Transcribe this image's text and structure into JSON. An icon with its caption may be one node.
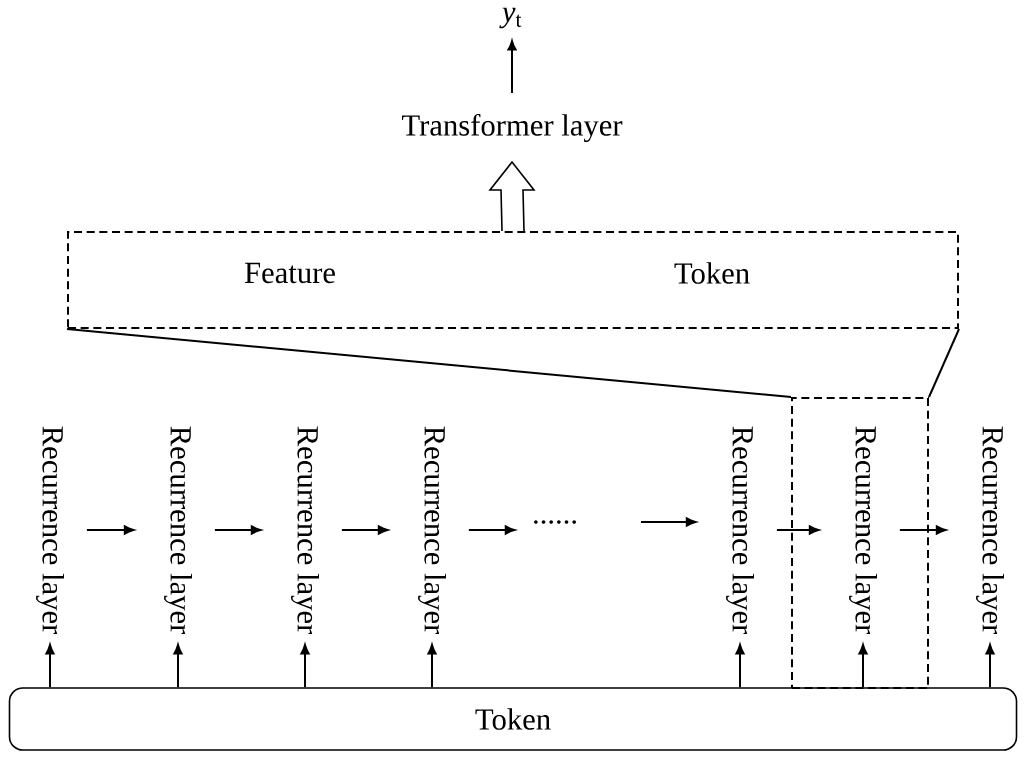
{
  "diagram": {
    "nodes": [
      {
        "text": [
          "*y*$_{t}$"
        ]
      },
      {
        "text": [
          "Transformer layer"
        ]
      },
      {
        "text": [
          "Feature",
          "Token"
        ]
      },
      {
        "text": [
          "Recurrence layer"
        ]
      },
      {
        "text": [
          "Recurrence layer"
        ]
      },
      {
        "text": [
          "Recurrence layer"
        ]
      },
      {
        "text": [
          "Recurrence layer"
        ]
      },
      {
        "text": [
          "......"
        ]
      },
      {
        "text": [
          "Recurrence layer"
        ]
      },
      {
        "text": [],
        "shape": "box"
      },
      {
        "text": [
          "Recurrence layer"
        ],
        "in": 9
      },
      {
        "text": [
          "Recurrence layer"
        ]
      },
      {
        "text": [
          "Token"
        ]
      }
    ],
    "edges": [
      {
        "from": 1,
        "to": 0,
        "arrow": "to"
      },
      {
        "from": 2,
        "to": 1,
        "arrow": "to",
        "style": "thick"
      },
      {
        "from": 3,
        "to": 4,
        "arrow": "to"
      },
      {
        "from": 4,
        "to": 5,
        "arrow": "to"
      },
      {
        "from": 5,
        "to": 6,
        "arrow": "to"
      },
      {
        "from": 6,
        "to": 7,
        "arrow": "to"
      },
      {
        "from": 7,
        "to": 8,
        "arrow": "to"
      },
      {
        "from": 8,
        "to": 10,
        "arrow": "to"
      },
      {
        "from": 10,
        "to": 11,
        "arrow": "to"
      },
      {
        "from": 12,
        "to": 3,
        "arrow": "to"
      },
      {
        "from": 12,
        "to": 4,
        "arrow": "to"
      },
      {
        "from": 12,
        "to": 5,
        "arrow": "to"
      },
      {
        "from": 12,
        "to": 6,
        "arrow": "to"
      },
      {
        "from": 12,
        "to": 8,
        "arrow": "to"
      },
      {
        "from": 12,
        "to": 10,
        "arrow": "to"
      },
      {
        "from": 12,
        "to": 11,
        "arrow": "to"
      },
      {
        "from": 9,
        "to": 2,
        "arrow": "none"
      },
      {
        "from": 9,
        "to": 2,
        "arrow": "none"
      }
    ]
  }
}
